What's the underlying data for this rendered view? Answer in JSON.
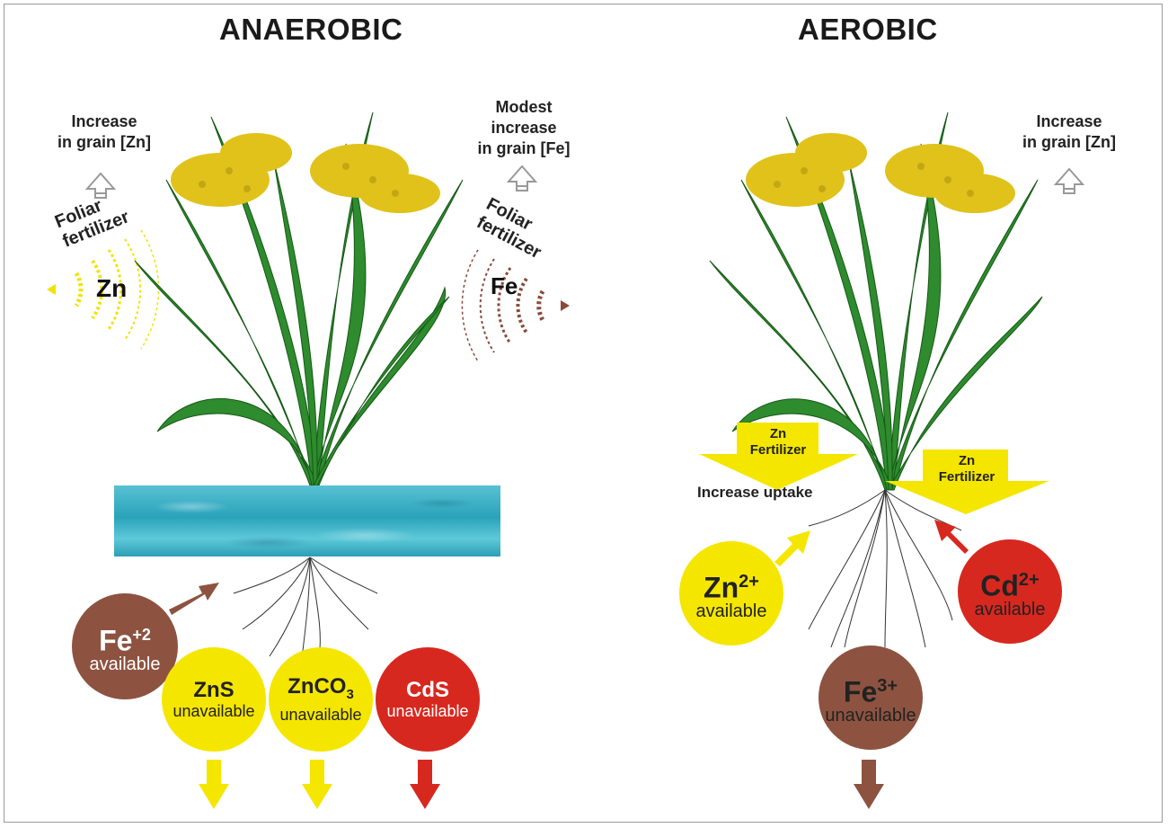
{
  "panels": {
    "anaerobic": {
      "title": "ANAEROBIC",
      "note_left": [
        "Increase",
        "in grain [Zn]"
      ],
      "note_right": [
        "Modest",
        "increase",
        "in grain [Fe]"
      ],
      "foliar_left": {
        "line1": "Foliar",
        "line2": "fertilizer",
        "element": "Zn",
        "color": "#f5e600"
      },
      "foliar_right": {
        "line1": "Foliar",
        "line2": "fertilizer",
        "element": "Fe",
        "color": "#8a4a3a"
      },
      "fe_circle": {
        "formula": "Fe",
        "sup": "+2",
        "status": "available",
        "color": "#8d5340"
      },
      "circles": [
        {
          "formula": "ZnS",
          "sub": "",
          "status": "unavailable",
          "color": "#f5e600"
        },
        {
          "formula": "ZnCO",
          "sub": "3",
          "status": "unavailable",
          "color": "#f5e600"
        },
        {
          "formula": "CdS",
          "sub": "",
          "status": "unavailable",
          "color": "#d7281f"
        }
      ]
    },
    "aerobic": {
      "title": "AEROBIC",
      "note_right": [
        "Increase",
        "in grain [Zn]"
      ],
      "fert_left": [
        "Zn",
        "Fertilizer"
      ],
      "fert_right": [
        "Zn",
        "Fertilizer"
      ],
      "uptake": "Increase uptake",
      "zn_circle": {
        "formula": "Zn",
        "sup": "2+",
        "status": "available",
        "color": "#f5e600"
      },
      "cd_circle": {
        "formula": "Cd",
        "sup": "2+",
        "status": "available",
        "color": "#d7281f"
      },
      "fe_circle": {
        "formula": "Fe",
        "sup": "3+",
        "status": "unavailable",
        "color": "#8d5340"
      }
    }
  },
  "colors": {
    "leaf": "#2e8b2e",
    "leaf_light": "#4ab84a",
    "panicle": "#d9c41a",
    "root": "#333333",
    "water": "#2aa3ba"
  }
}
